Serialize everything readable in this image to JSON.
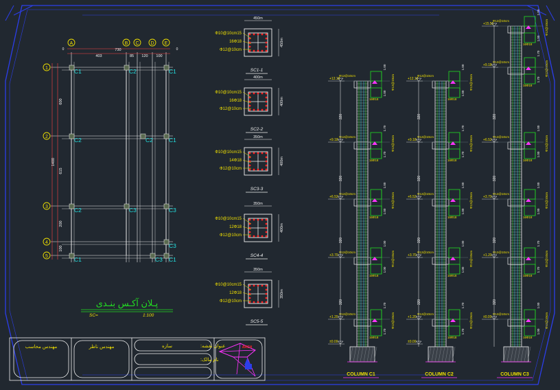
{
  "axes": {
    "letters": [
      "A",
      "B",
      "C",
      "D",
      "E"
    ],
    "numbers": [
      "1",
      "2",
      "3",
      "4",
      "5"
    ],
    "top_dims": [
      "403",
      "85",
      "120",
      "100"
    ],
    "top_total": "730",
    "left_dims": [
      "600",
      "615",
      "200",
      "100"
    ],
    "left_total": "1400",
    "corner_labels": [
      "0",
      "0"
    ]
  },
  "plan": {
    "columns": {
      "row1": [
        "C1",
        "C2",
        "C1"
      ],
      "row2": [
        "C2",
        "C2",
        "C1"
      ],
      "row3": [
        "C2",
        "C3",
        "C3"
      ],
      "row4": [
        "C3"
      ],
      "row5": [
        "C1",
        "C3",
        "C1"
      ]
    },
    "title": "پـلان آکـس بنـدی",
    "scale_left": "SC=",
    "scale_right": "1:100"
  },
  "sections": [
    {
      "dim_top": "450m",
      "dim_side": "450m",
      "lines": [
        "Ф10@10cm15",
        "16Ф18",
        "Ф12@10cm"
      ],
      "label": "SC1-1"
    },
    {
      "dim_top": "400m",
      "dim_side": "400m",
      "lines": [
        "Ф10@10cm15",
        "16Ф18",
        "Ф12@10cm"
      ],
      "label": "SC2-2"
    },
    {
      "dim_top": "350m",
      "dim_side": "400m",
      "lines": [
        "Ф10@10cm15",
        "14Ф18",
        "Ф12@10cm"
      ],
      "label": "SC3-3"
    },
    {
      "dim_top": "350m",
      "dim_side": "400m",
      "lines": [
        "Ф10@10cm15",
        "12Ф18",
        "Ф12@10cm"
      ],
      "label": "SC4-4"
    },
    {
      "dim_top": "350m",
      "dim_side": "350m",
      "lines": [
        "Ф10@10cm15",
        "12Ф18",
        "Ф12@10cm"
      ],
      "label": "SC5-5"
    }
  ],
  "elevations": {
    "columns": [
      {
        "label": "COLUMN C1",
        "top_level": "+12.18"
      },
      {
        "label": "COLUMN C2",
        "top_level": "+12.18"
      },
      {
        "label": "COLUMN C3",
        "top_level": "+15.55"
      }
    ],
    "levels": [
      "+9.18",
      "+6.52",
      "+3.70",
      "+1.20",
      "±0.00"
    ],
    "side_dims": [
      "320",
      "320",
      "320",
      "320"
    ],
    "right_dims": [
      "1.00",
      "1.70",
      "1.00"
    ],
    "bar_text": "16Ф18",
    "stirrup_text": "Ф12@10cm"
  },
  "title_block": {
    "cell1": "مهندس محاسب",
    "cell2": "مهندس ناظر",
    "field1_label": "عنوان نقشه:",
    "field1_value": "سازه",
    "field2_label": "نام مالک:",
    "logo_text": "ARCH"
  },
  "colors": {
    "background": "#212830",
    "frame": "#2c3eea",
    "white": "#f2f2f2",
    "yellow": "#f0e000",
    "cyan": "#22e0e0",
    "green": "#22dd22",
    "magenta": "#ff33ff",
    "red": "#ff2222",
    "dim_red": "#ff4444"
  }
}
